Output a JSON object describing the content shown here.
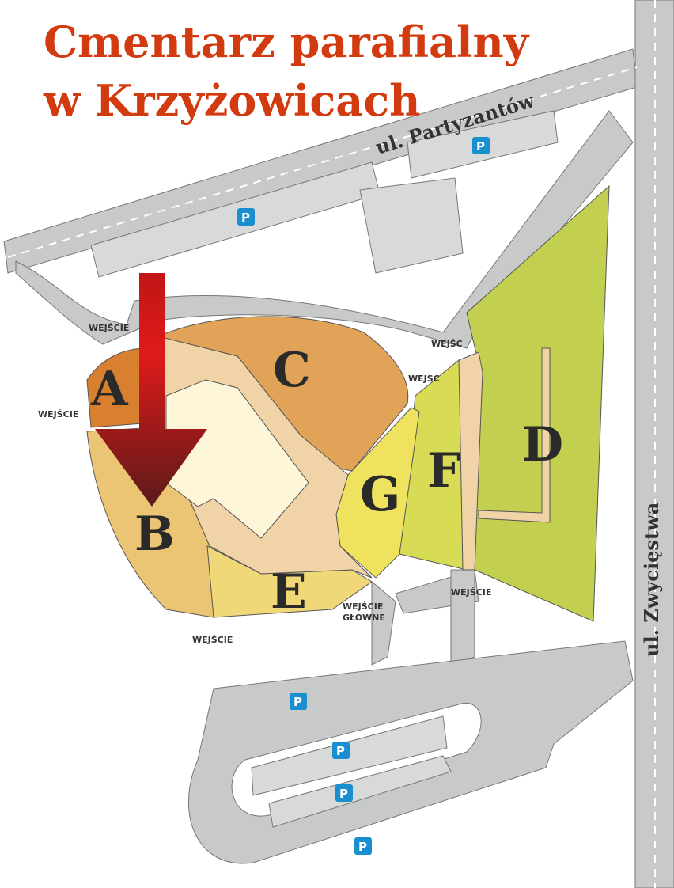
{
  "title": {
    "line1": "Cmentarz parafialny",
    "line2": "w Krzyżowicach"
  },
  "streets": {
    "north": "ul. Partyzantów",
    "east": "ul. Zwycięstwa"
  },
  "sections": [
    "A",
    "B",
    "C",
    "D",
    "E",
    "F",
    "G"
  ],
  "entrances": {
    "generic": "WEJŚCIE",
    "clipped": "WEJŚC",
    "main_line1": "WEJŚCIE",
    "main_line2": "GŁÓWNE"
  },
  "parking_label": "P",
  "colors": {
    "title": "#d23a0f",
    "road": "#c8c9c9",
    "parking": "#1a8fd0",
    "arrow": "#b01818"
  }
}
